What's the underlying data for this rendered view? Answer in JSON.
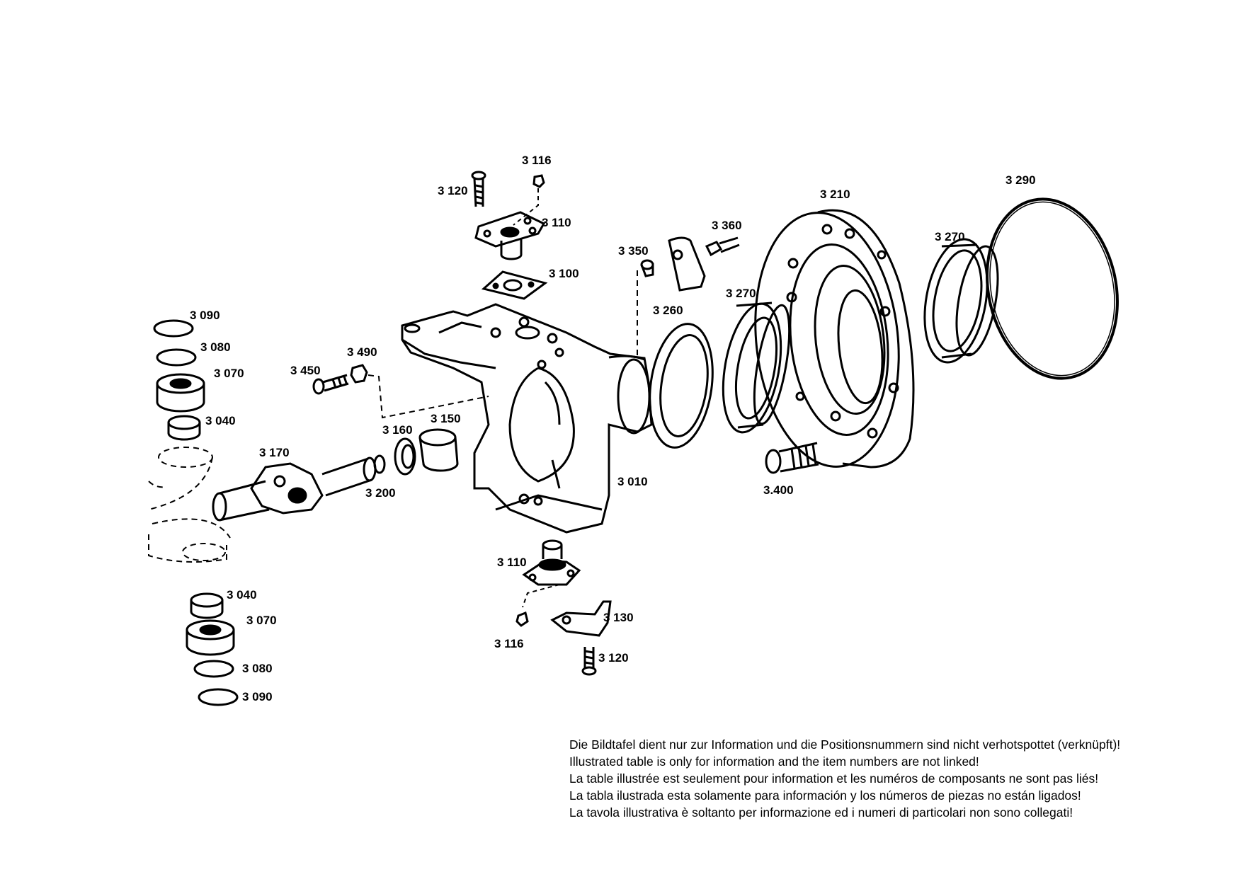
{
  "part_labels": [
    "3 116",
    "3 120",
    "3 110",
    "3 100",
    "3 350",
    "3 360",
    "3 210",
    "3 290",
    "3 270",
    "3 270",
    "3 260",
    "3 090",
    "3 080",
    "3 070",
    "3 040",
    "3 450",
    "3 490",
    "3 160",
    "3 150",
    "3 170",
    "3 200",
    "3 010",
    "3.400",
    "3 110",
    "3 130",
    "3 116",
    "3 120",
    "3 040",
    "3 070",
    "3 080",
    "3 090"
  ],
  "disclaimer": [
    "Die Bildtafel dient nur zur Information und die Positionsnummern sind nicht verhotspottet (verknüpft)!",
    "Illustrated table is only for information and the item numbers are not linked!",
    "La table illustrée est seulement pour information et les numéros de composants ne sont pas liés!",
    "La tabla ilustrada esta solamente para información y los números de piezas no están ligados!",
    "La tavola illustrativa è soltanto per informazione ed i numeri di particolari non sono collegati!"
  ]
}
